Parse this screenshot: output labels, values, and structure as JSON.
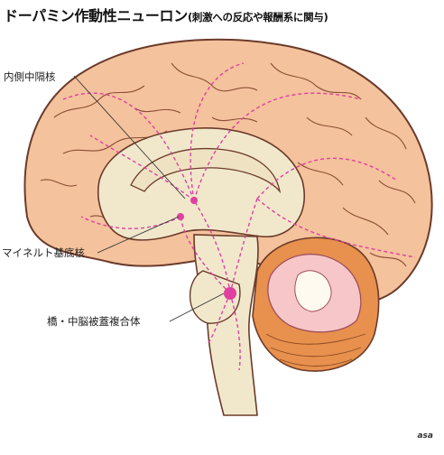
{
  "title": {
    "main": "ドーパミン作動性ニューロン",
    "sub": "(刺激への反応や報酬系に関与)"
  },
  "labels": {
    "septal": "内側中隔核",
    "basalis": "マイネルト基底核",
    "tegmentum": "橋・中脳被蓋複合体"
  },
  "credit": "asa",
  "colors": {
    "cortex": "#f4c29c",
    "cortex_stroke": "#6b3b2a",
    "inner": "#f1e8cc",
    "cerebellum": "#e8904d",
    "cerebellum_pink": "#f6c6c8",
    "pathway": "#e040a0"
  }
}
